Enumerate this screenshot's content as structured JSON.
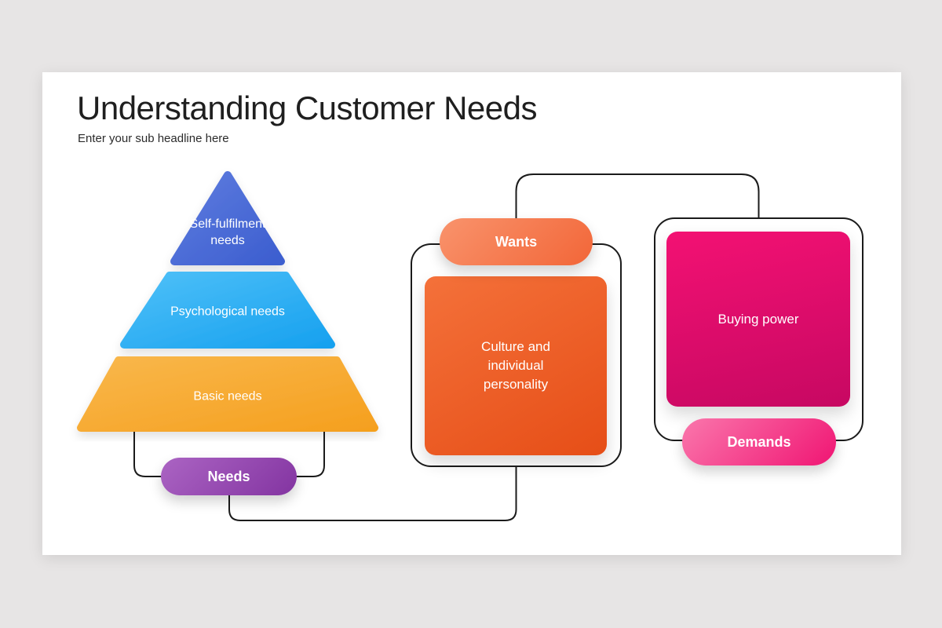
{
  "slide": {
    "title": "Understanding Customer Needs",
    "subtitle": "Enter your sub headline here"
  },
  "pyramid": {
    "levels": [
      {
        "label": "Self-fulfilment needs",
        "color_start": "#5e7cdf",
        "color_end": "#3c5ecf"
      },
      {
        "label": "Psychological needs",
        "color_start": "#4ec0f8",
        "color_end": "#17a1ef"
      },
      {
        "label": "Basic needs",
        "color_start": "#f9b74b",
        "color_end": "#f5a01f"
      }
    ],
    "tag": {
      "label": "Needs",
      "color_start": "#ab64c3",
      "color_end": "#8334a1"
    }
  },
  "wants": {
    "tag": {
      "label": "Wants",
      "color_start": "#f9936c",
      "color_end": "#f26638"
    },
    "card": {
      "label": "Culture and individual personality",
      "color_start": "#f4713a",
      "color_end": "#e64e17"
    }
  },
  "demands": {
    "tag": {
      "label": "Demands",
      "color_start": "#fa77ac",
      "color_end": "#f01573"
    },
    "card": {
      "label": "Buying power",
      "color_start": "#f31173",
      "color_end": "#c70862"
    }
  },
  "connector_color": "#1b1b1b",
  "background_color": "#e7e5e5"
}
